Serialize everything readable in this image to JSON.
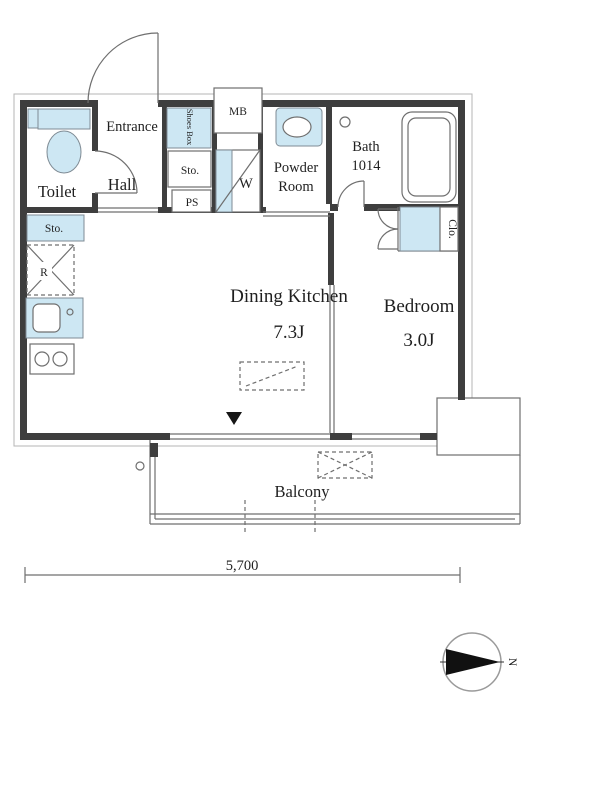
{
  "rooms": {
    "toilet": "Toilet",
    "entrance": "Entrance",
    "hall": "Hall",
    "shoes_box": "Shoes Box",
    "storage_upper": "Sto.",
    "pipe_space": "PS",
    "washer": "W",
    "meter_box": "MB",
    "powder_room_line1": "Powder",
    "powder_room_line2": "Room",
    "bath_line1": "Bath",
    "bath_line2": "1014",
    "closet": "Clo.",
    "storage_left": "Sto.",
    "refrigerator": "R",
    "dining_kitchen_name": "Dining Kitchen",
    "dining_kitchen_size": "7.3J",
    "bedroom_name": "Bedroom",
    "bedroom_size": "3.0J",
    "balcony": "Balcony"
  },
  "dimensions": {
    "width": "5,700"
  },
  "compass": {
    "north": "N"
  },
  "colors": {
    "wall": "#3e3e3e",
    "thin_line": "#6f6f6f",
    "fixture_fill": "#cde7f3",
    "fixture_border": "#7f8b94",
    "text": "#1f1f1f"
  }
}
